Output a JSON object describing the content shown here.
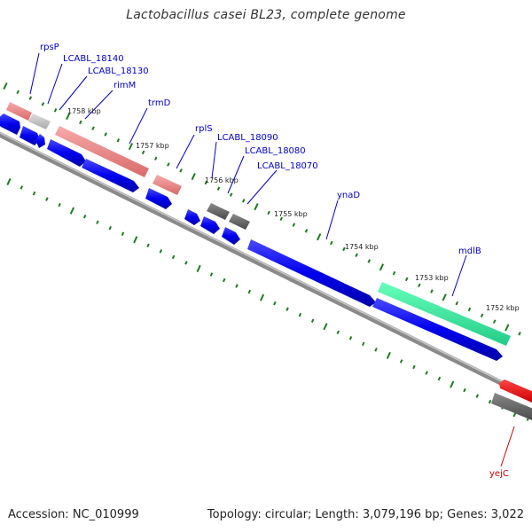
{
  "title": "Lactobacillus casei BL23, complete genome",
  "footer": {
    "accession": "Accession: NC_010999",
    "stats": "Topology: circular; Length: 3,079,196 bp; Genes: 3,022"
  },
  "ticks": [
    "1758 kbp",
    "1757 kbp",
    "1756 kbp",
    "1755 kbp",
    "1754 kbp",
    "1753 kbp",
    "1752 kbp"
  ],
  "gene_labels": [
    "rpsP",
    "LCABL_18140",
    "LCABL_18130",
    "rimM",
    "trmD",
    "rplS",
    "LCABL_18090",
    "LCABL_18080",
    "LCABL_18070",
    "ynaD",
    "mdlB",
    "yejC"
  ],
  "colors": {
    "cds": "#0000ee",
    "rrna_pink": "#f08080",
    "hypothetical_gray": "#666666",
    "light_gray": "#bbbbbb",
    "teal": "#33ee99",
    "red": "#ee0000",
    "tick_green": "#1e7a1e",
    "backbone": "#888888",
    "label_blue": "#0000cc",
    "label_red": "#cc0000"
  }
}
